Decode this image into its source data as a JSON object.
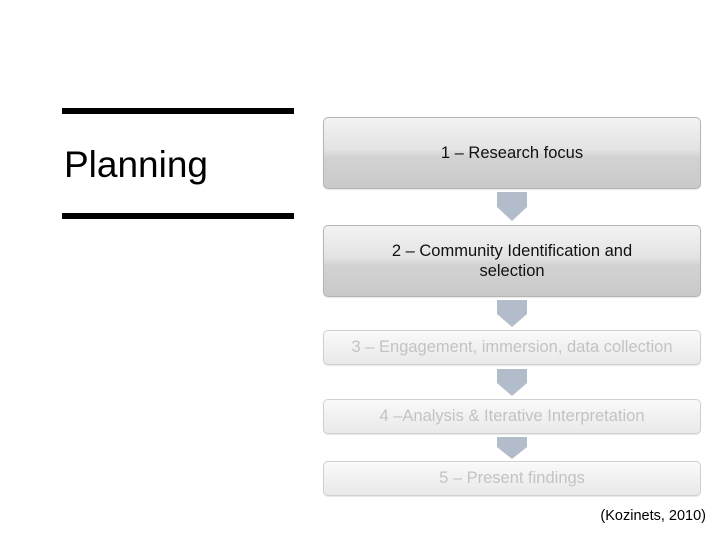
{
  "slide": {
    "left_section": {
      "title": "Planning"
    },
    "flow": {
      "steps": [
        {
          "label": "1 – Research focus",
          "state": "active"
        },
        {
          "label": "2 – Community Identification and selection",
          "line1": "2 – Community Identification and",
          "line2": "selection",
          "state": "active"
        },
        {
          "label": "3 – Engagement, immersion, data collection",
          "state": "dimmed"
        },
        {
          "label": "4 –Analysis & Iterative Interpretation",
          "state": "dimmed"
        },
        {
          "label": "5 – Present findings",
          "state": "dimmed"
        }
      ],
      "arrow_color": "#b3bcca",
      "box_border_color": "#b5b5b5",
      "dimmed_text_color": "#c3c3c3"
    },
    "citation": "(Kozinets, 2010)"
  }
}
